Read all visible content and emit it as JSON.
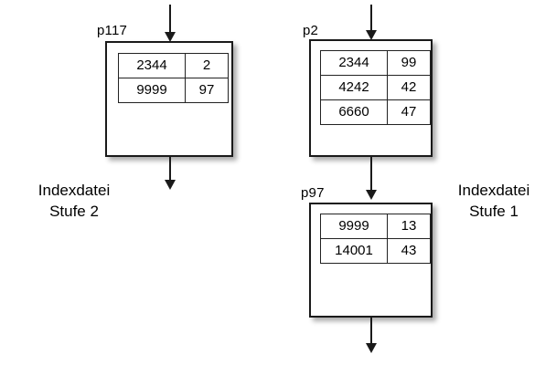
{
  "diagram": {
    "title_left": {
      "line1": "Indexdatei",
      "line2": "Stufe 2"
    },
    "title_right": {
      "line1": "Indexdatei",
      "line2": "Stufe 1"
    },
    "nodes": [
      {
        "id": "p117",
        "label": "p117",
        "rows": [
          {
            "key": "2344",
            "value": "2"
          },
          {
            "key": "9999",
            "value": "97"
          }
        ]
      },
      {
        "id": "p2",
        "label": "p2",
        "rows": [
          {
            "key": "2344",
            "value": "99"
          },
          {
            "key": "4242",
            "value": "42"
          },
          {
            "key": "6660",
            "value": "47"
          }
        ]
      },
      {
        "id": "p97",
        "label": "p97",
        "rows": [
          {
            "key": "9999",
            "value": "13"
          },
          {
            "key": "14001",
            "value": "43"
          }
        ]
      }
    ],
    "colors": {
      "stroke": "#1a1a1a",
      "background": "#ffffff",
      "text": "#000000"
    }
  }
}
